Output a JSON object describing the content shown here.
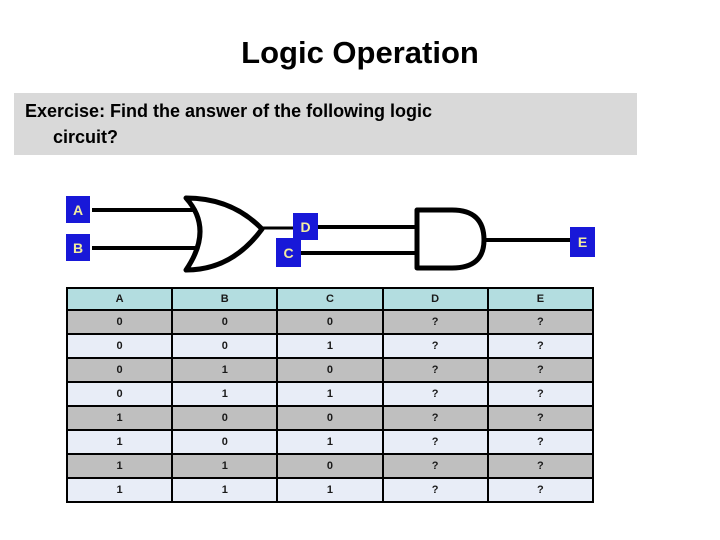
{
  "slide": {
    "title": "Logic Operation",
    "exercise_line1": "Exercise: Find the answer of the following logic",
    "exercise_line2": "circuit?"
  },
  "circuit": {
    "labels": {
      "input_a": "A",
      "input_b": "B",
      "input_c": "C",
      "node_d": "D",
      "output_e": "E"
    },
    "gates": [
      {
        "name": "or-gate",
        "type": "OR",
        "inputs": [
          "A",
          "B"
        ],
        "output": "D"
      },
      {
        "name": "and-gate",
        "type": "AND",
        "inputs": [
          "D",
          "C"
        ],
        "output": "E"
      }
    ],
    "colors": {
      "label_box_fill": "#1818d8",
      "label_box_text": "#f2eca0",
      "wire": "#000000"
    }
  },
  "table": {
    "headers": [
      "A",
      "B",
      "C",
      "D",
      "E"
    ],
    "rows": [
      [
        "0",
        "0",
        "0",
        "?",
        "?"
      ],
      [
        "0",
        "0",
        "1",
        "?",
        "?"
      ],
      [
        "0",
        "1",
        "0",
        "?",
        "?"
      ],
      [
        "0",
        "1",
        "1",
        "?",
        "?"
      ],
      [
        "1",
        "0",
        "0",
        "?",
        "?"
      ],
      [
        "1",
        "0",
        "1",
        "?",
        "?"
      ],
      [
        "1",
        "1",
        "0",
        "?",
        "?"
      ],
      [
        "1",
        "1",
        "1",
        "?",
        "?"
      ]
    ],
    "colors": {
      "header_fill": "#b3dde0",
      "row_dark_fill": "#bfbfbf",
      "row_light_fill": "#e8edf7",
      "border": "#000000"
    }
  },
  "banner": {
    "background": "#d9d9d9"
  }
}
